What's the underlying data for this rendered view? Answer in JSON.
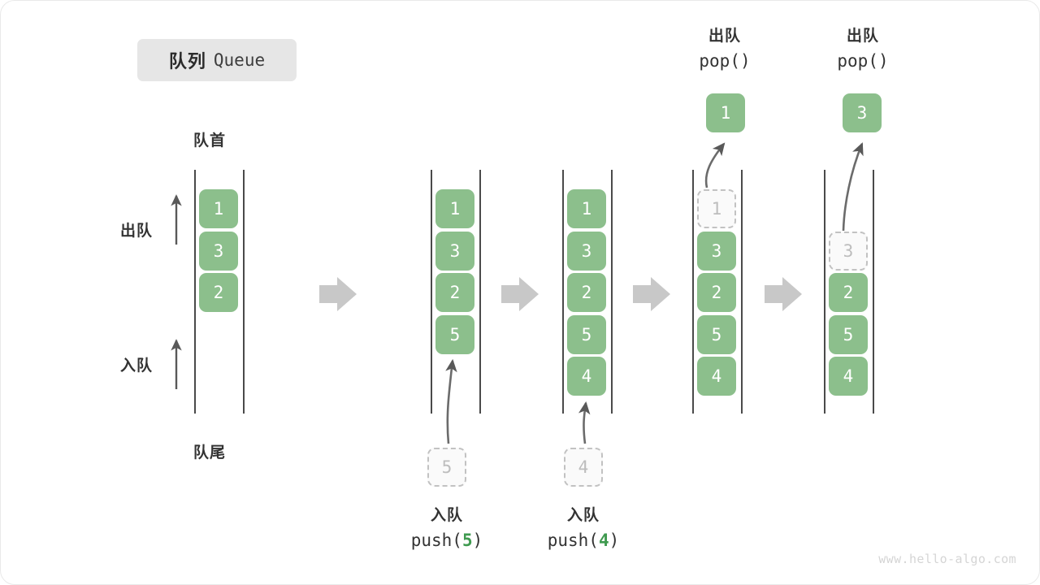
{
  "title": {
    "cn": "队列",
    "en": "Queue"
  },
  "colors": {
    "cell_fill": "#8cbf8c",
    "cell_text": "#ffffff",
    "ghost_border": "#c2c2c2",
    "ghost_text": "#bdbdbd",
    "rail": "#4a4a4a",
    "step_arrow": "#c8c8c8",
    "accent_number": "#3f9a4f",
    "label_text": "#333333",
    "badge_bg": "#e6e6e6"
  },
  "annotations": {
    "front": "队首",
    "rear": "队尾",
    "dequeue_arrow_label": "出队",
    "enqueue_arrow_label": "入队"
  },
  "columns": [
    {
      "id": "initial",
      "cells": [
        "1",
        "3",
        "2"
      ],
      "ghost_rows": [],
      "empty_rows": []
    },
    {
      "id": "after-push-5",
      "cells": [
        "1",
        "3",
        "2",
        "5"
      ],
      "ghost_rows": [],
      "empty_rows": []
    },
    {
      "id": "after-push-4",
      "cells": [
        "1",
        "3",
        "2",
        "5",
        "4"
      ],
      "ghost_rows": [],
      "empty_rows": []
    },
    {
      "id": "after-pop-1",
      "cells": [
        "1",
        "3",
        "2",
        "5",
        "4"
      ],
      "ghost_rows": [
        0
      ],
      "empty_rows": []
    },
    {
      "id": "after-pop-3",
      "cells": [
        "",
        "3",
        "2",
        "5",
        "4"
      ],
      "ghost_rows": [
        1
      ],
      "empty_rows": [
        0
      ]
    }
  ],
  "operations": {
    "push_5": {
      "cn": "入队",
      "code_prefix": "push(",
      "code_value": "5",
      "code_suffix": ")",
      "ghost_value": "5"
    },
    "push_4": {
      "cn": "入队",
      "code_prefix": "push(",
      "code_value": "4",
      "code_suffix": ")",
      "ghost_value": "4"
    },
    "pop_1": {
      "cn": "出队",
      "code": "pop()",
      "popped_value": "1"
    },
    "pop_3": {
      "cn": "出队",
      "code": "pop()",
      "popped_value": "3"
    }
  },
  "watermark": "www.hello-algo.com"
}
